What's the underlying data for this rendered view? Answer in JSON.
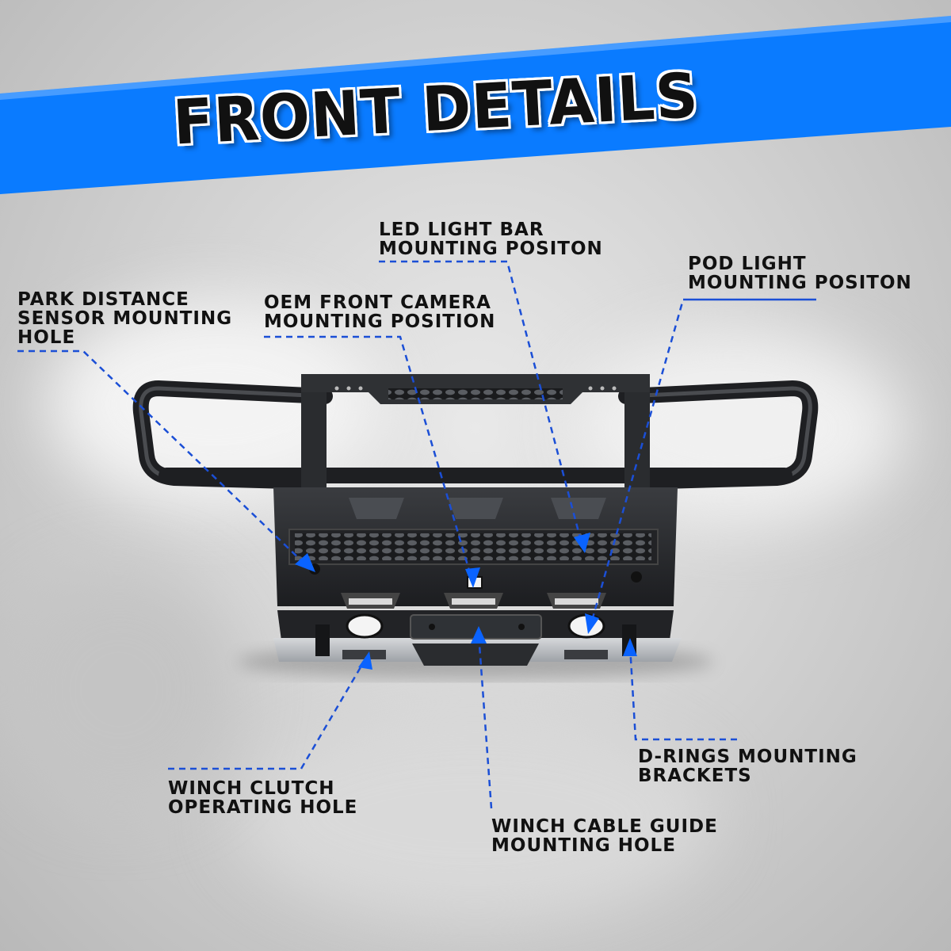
{
  "title": "FRONT DETAILS",
  "colors": {
    "banner": "#0a7bff",
    "leader": "#1b4fd6",
    "arrow": "#0a63ff",
    "steel": "#2b2d30",
    "plate": "#b9bcc0"
  },
  "callouts": {
    "park_sensor": [
      "PARK DISTANCE",
      "SENSOR MOUNTING",
      "HOLE"
    ],
    "oem_camera": [
      "OEM FRONT CAMERA",
      "MOUNTING POSITION"
    ],
    "led_bar": [
      "LED LIGHT BAR",
      "MOUNTING POSITON"
    ],
    "pod_light": [
      "POD LIGHT",
      "MOUNTING POSITON"
    ],
    "d_rings": [
      "D-RINGS MOUNTING",
      "BRACKETS"
    ],
    "winch_clutch": [
      "WINCH CLUTCH",
      "OPERATING HOLE"
    ],
    "winch_cable": [
      "WINCH CABLE GUIDE",
      "MOUNTING HOLE"
    ]
  }
}
